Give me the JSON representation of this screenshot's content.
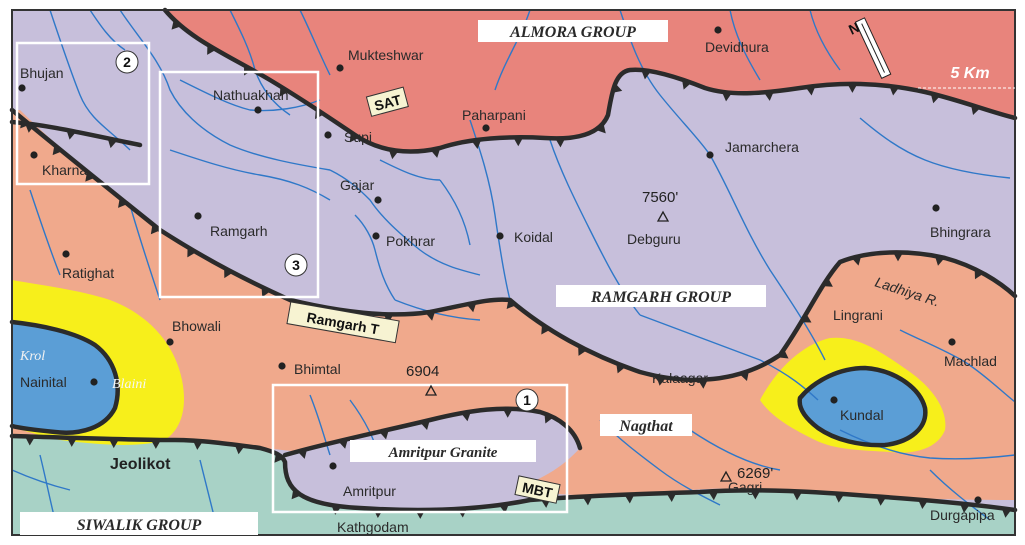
{
  "colors": {
    "almora": "#e8847c",
    "ramgarh": "#c7bfdb",
    "salmon": "#f0a98c",
    "siwalik": "#a8d2c6",
    "blaini": "#f7ef1b",
    "krol": "#5b9ed6",
    "river": "#2f78c8",
    "thrust": "#2b2b2b",
    "frame": "#333333",
    "box": "#ffffff"
  },
  "groups": {
    "almora": "ALMORA GROUP",
    "ramgarh": "RAMGARH GROUP",
    "siwalik": "SIWALIK GROUP",
    "nagthat": "Nagthat",
    "amritpur_granite": "Amritpur Granite",
    "krol": "Krol",
    "blaini": "Blaini"
  },
  "faults": {
    "sat": "SAT",
    "ramgarh_t": "Ramgarh T",
    "mbt": "MBT"
  },
  "scale": {
    "label": "5 Km"
  },
  "north": {
    "label": "N"
  },
  "boxes": [
    "1",
    "2",
    "3"
  ],
  "places": {
    "mukteshwar": "Mukteshwar",
    "devidhura": "Devidhura",
    "bhujan": "Bhujan",
    "nathuakhan": "Nathuakhan",
    "supi": "Supi",
    "paharpani": "Paharpani",
    "jamarchera": "Jamarchera",
    "kharna": "Kharna",
    "gajar": "Gajar",
    "pokhrar": "Pokhrar",
    "koidal": "Koidal",
    "debguru": "Debguru",
    "bhingrara": "Bhingrara",
    "ramgarh": "Ramgarh",
    "ratighat": "Ratighat",
    "bhowali": "Bhowali",
    "lingrani": "Lingrani",
    "machlad": "Machlad",
    "ladhiya": "Ladhiya R.",
    "nainital": "Nainital",
    "bhimtal": "Bhimtal",
    "kalaagar": "Kalaagar",
    "kundal": "Kundal",
    "jeolikot": "Jeolikot",
    "amritpur": "Amritpur",
    "gagri": "Gagri",
    "kathgodam": "Kathgodam",
    "durgapipa": "Durgapipa"
  },
  "peaks": {
    "debguru": "7560'",
    "bhimtal": "6904",
    "gagri": "6269'"
  }
}
